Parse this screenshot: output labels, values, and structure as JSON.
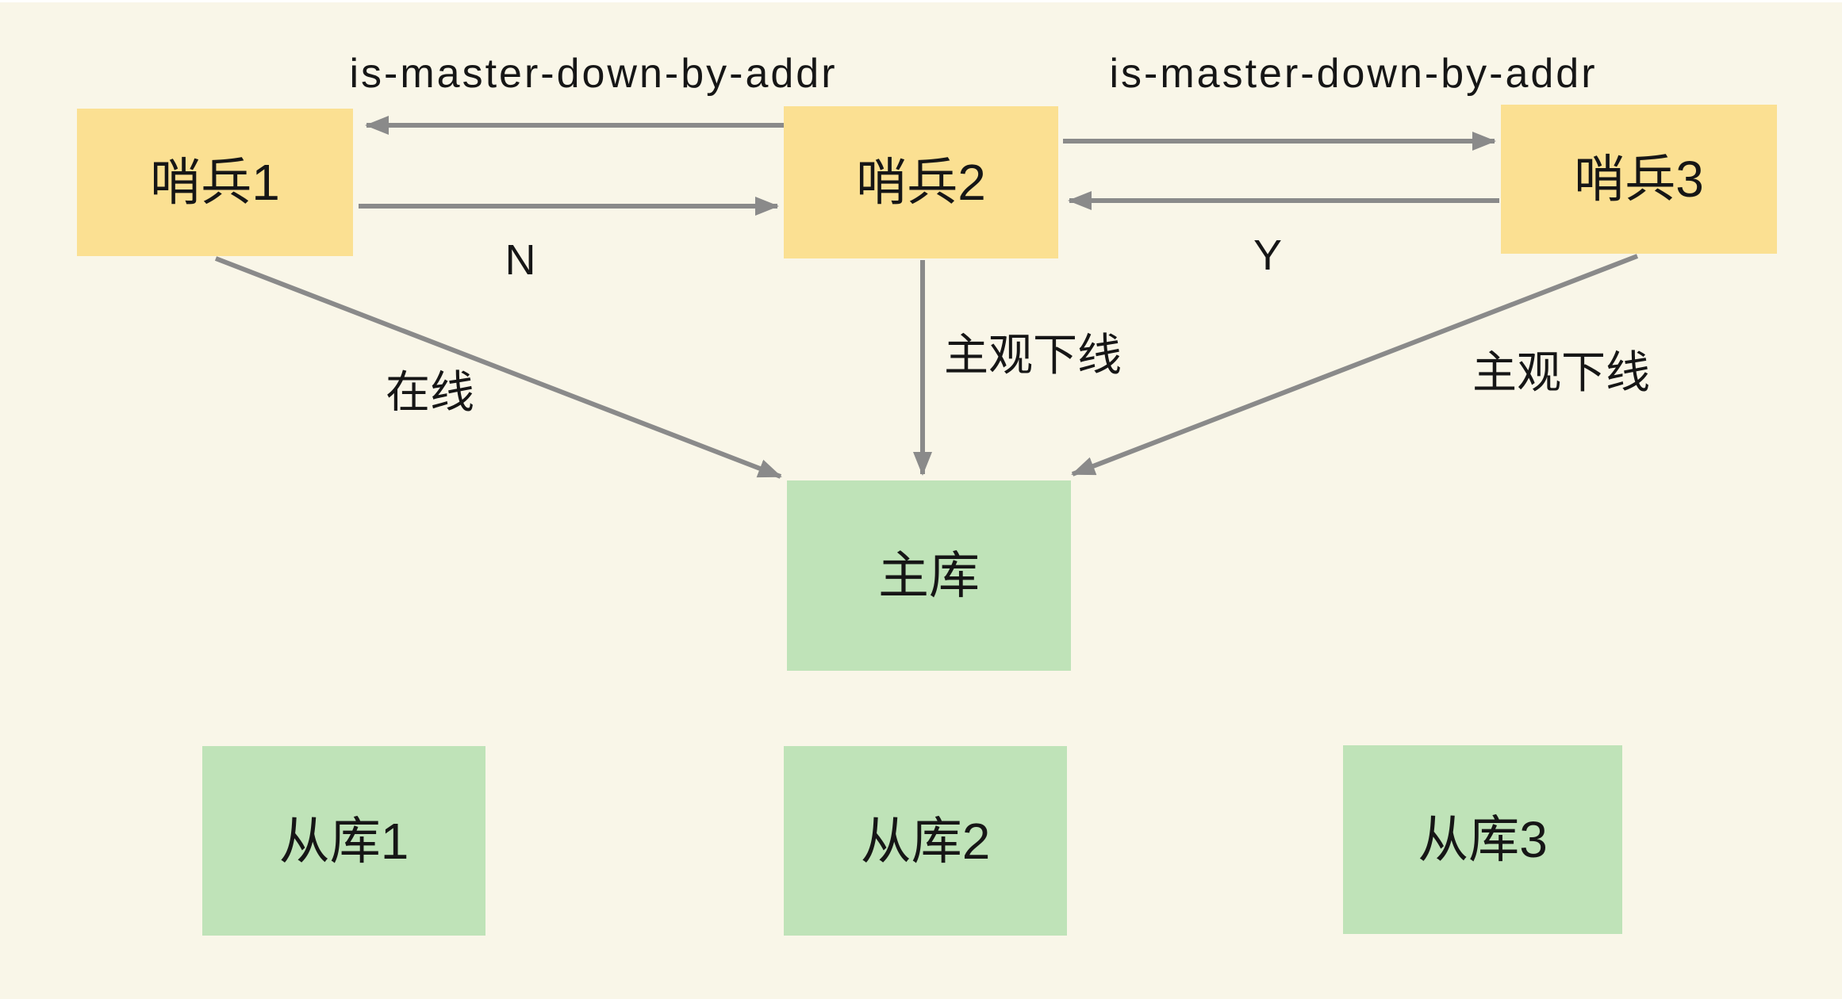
{
  "colors": {
    "background": "#f9f6e8",
    "sentinel_fill": "#fbe092",
    "db_fill": "#bfe3b8",
    "arrow": "#8a8a8a",
    "text_color": "#161616"
  },
  "nodes": {
    "sentinel1": {
      "label": "哨兵1"
    },
    "sentinel2": {
      "label": "哨兵2"
    },
    "sentinel3": {
      "label": "哨兵3"
    },
    "master": {
      "label": "主库"
    },
    "slave1": {
      "label": "从库1"
    },
    "slave2": {
      "label": "从库2"
    },
    "slave3": {
      "label": "从库3"
    }
  },
  "edges": {
    "imdba_left": {
      "label": "is-master-down-by-addr"
    },
    "imdba_right": {
      "label": "is-master-down-by-addr"
    },
    "vote_n": {
      "label": "N"
    },
    "vote_y": {
      "label": "Y"
    },
    "online": {
      "label": "在线"
    },
    "sdown_center": {
      "label": "主观下线"
    },
    "sdown_right": {
      "label": "主观下线"
    }
  }
}
